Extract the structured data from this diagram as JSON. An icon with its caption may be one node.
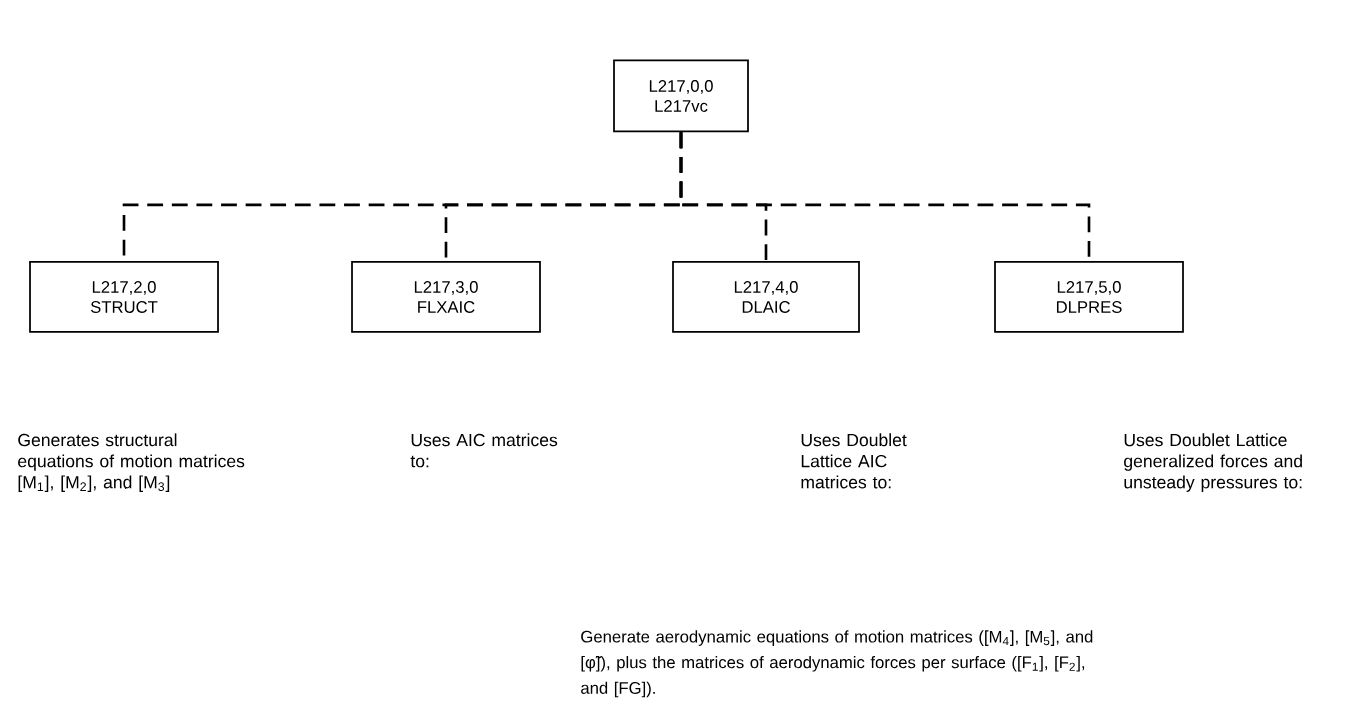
{
  "diagram": {
    "nodes": [
      {
        "text": [
          "L217,0,0",
          "L217vc"
        ]
      },
      {
        "text": [
          "L217,2,0",
          "STRUCT"
        ]
      },
      {
        "text": [
          "L217,3,0",
          "FLXAIC"
        ]
      },
      {
        "text": [
          "L217,4,0",
          "DLAIC"
        ]
      },
      {
        "text": [
          "L217,5,0",
          "DLPRES"
        ]
      }
    ],
    "edges": [
      {
        "from": 0,
        "to": 1,
        "arrow": "none",
        "style": "dashed"
      },
      {
        "from": 0,
        "to": 2,
        "arrow": "none",
        "style": "dashed"
      },
      {
        "from": 0,
        "to": 3,
        "arrow": "none",
        "style": "dashed"
      },
      {
        "from": 0,
        "to": 4,
        "arrow": "none",
        "style": "dashed"
      }
    ],
    "labels": [
      "Generates structural equations of motion matrices [M$_{1}$], [M$_{2}$], and [M$_{3}$]",
      "Uses AIC matrices to:",
      "Uses Doublet Lattice AIC matrices to:",
      "Uses Doublet Lattice generalized forces and unsteady pressures to:",
      "Generate aerodynamic equations of motion matrices ([M$_{4}$], [M$_{5}$], and [φ̃]), plus the matrices of aerodynamic forces per surface ([F$_{1}$], [F$_{2}$], and [FG])."
    ]
  }
}
